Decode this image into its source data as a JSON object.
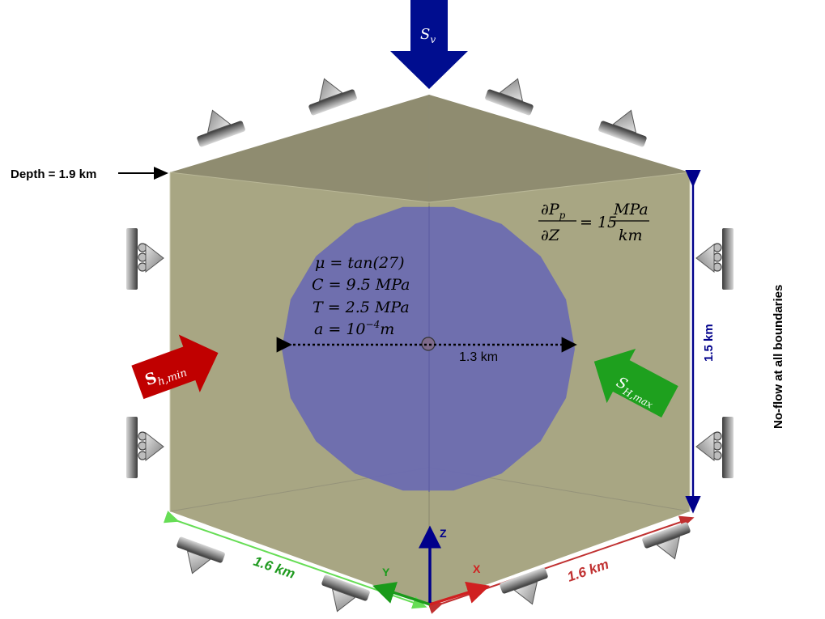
{
  "labels": {
    "depth": "Depth = 1.9 km",
    "sv": "S",
    "sv_sub": "v",
    "pressure_gradient": {
      "numerator": "∂P",
      "numerator_sub": "p",
      "denominator": "∂Z",
      "equals": "= 15",
      "unit_num": "MPa",
      "unit_den": "km"
    },
    "params": {
      "mu": "μ = tan(27)",
      "c": "C = 9.5 MPa",
      "t": "T = 2.5 MPa",
      "a_main": "a = 10",
      "a_exp": "−4",
      "a_unit": "m"
    },
    "diameter": "1.3 km",
    "height": "1.5 km",
    "width_left": "1.6 km",
    "width_right": "1.6 km",
    "no_flow": "No-flow at all boundaries",
    "sh_min": "S",
    "sh_min_sub": "h,min",
    "sh_max": "S",
    "sh_max_sub": "H,max",
    "axis_x": "X",
    "axis_y": "Y",
    "axis_z": "Z"
  },
  "colors": {
    "box_face": "#a8a683",
    "box_top": "#8f8c70",
    "sphere": "#6b6bb2",
    "sv_arrow": "#000d8f",
    "sh_min_arrow": "#c00000",
    "sh_max_arrow": "#1ea01e",
    "height_arrow": "#00008b",
    "left_dim_arrow": "#66dd55",
    "right_dim_arrow": "#c03030",
    "axis_x": "#d02020",
    "axis_y": "#1a9a1a",
    "axis_z": "#00008b",
    "support": "#8a8a8a"
  }
}
